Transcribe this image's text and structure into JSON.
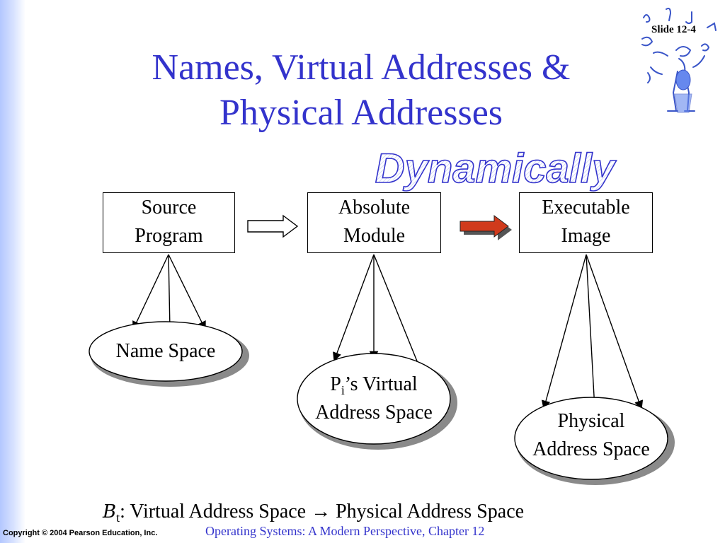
{
  "slide": {
    "number_label": "Slide 12-4",
    "title_line1": "Names, Virtual Addresses &",
    "title_line2": "Physical Addresses",
    "banner": "Dynamically"
  },
  "boxes": [
    {
      "line1": "Source",
      "line2": "Program"
    },
    {
      "line1": "Absolute",
      "line2": "Module"
    },
    {
      "line1": "Executable",
      "line2": "Image"
    }
  ],
  "ellipses": {
    "name_space": "Name Space",
    "virtual": {
      "prefix": "P",
      "subscript": "i",
      "suffix": "’s Virtual",
      "line2": "Address Space"
    },
    "physical": {
      "line1": "Physical",
      "line2": "Address Space"
    }
  },
  "formula": {
    "symbol": "B",
    "subscript": "t",
    "text": ": Virtual Address Space → Physical Address Space"
  },
  "footer": {
    "copyright": "Copyright © 2004 Pearson Education, Inc.",
    "book": "Operating Systems: A Modern Perspective, Chapter 12"
  },
  "colors": {
    "title": "#3333cc",
    "dynamic_arrow": "#d03a1c",
    "banner_outline": "#3333cc"
  },
  "icons": [
    "musician-clipart-icon"
  ]
}
